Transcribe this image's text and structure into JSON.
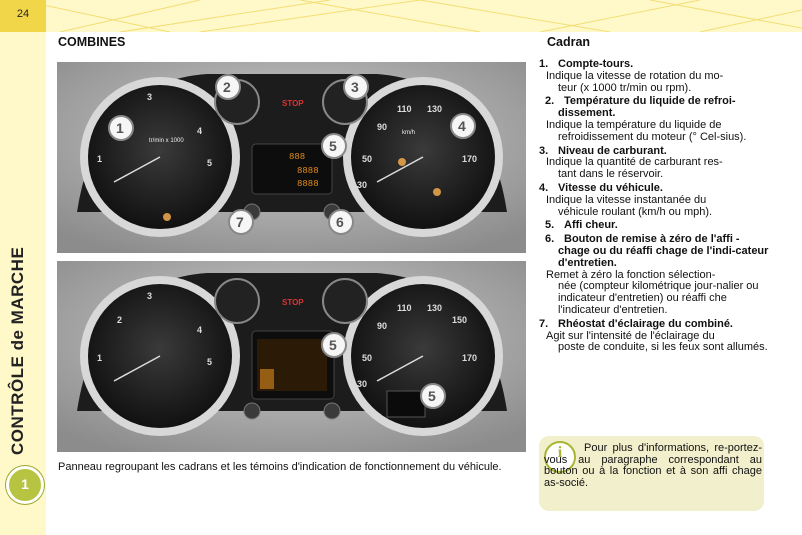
{
  "header": {
    "page_number": "24"
  },
  "sidebar": {
    "chapter_title": "CONTRÔLE de MARCHE",
    "chapter_number": "1"
  },
  "left": {
    "section_title": "COMBINES",
    "caption": " Panneau regroupant les cadrans et les témoins d'indication de fonctionnement du véhicule.",
    "photo1_callouts": [
      "1",
      "2",
      "3",
      "4",
      "5",
      "6",
      "7"
    ],
    "photo2_callouts": [
      "5",
      "5"
    ],
    "dial_labels": {
      "tach": "tr/min x 1000",
      "speed": "km/h",
      "stop": "STOP"
    }
  },
  "right": {
    "section_title": "Cadran",
    "items": [
      {
        "num": "1.",
        "title": "Compte-tours.",
        "desc_first": "Indique la vitesse de rotation du mo-",
        "desc_rest": "teur (x 1000 tr/min ou rpm)."
      },
      {
        "num": "2.",
        "title": "Température du liquide de refroi-",
        "title_cont": "dissement.",
        "desc_first": "Indique la température du liquide de",
        "desc_rest": "refroidissement du moteur (° Cel-sius)."
      },
      {
        "num": "3.",
        "title": "Niveau de carburant.",
        "desc_first": "Indique la quantité de carburant res-",
        "desc_rest": "tant dans le réservoir."
      },
      {
        "num": "4.",
        "title": "Vitesse du véhicule.",
        "desc_first": "Indique la vitesse instantanée du",
        "desc_rest": "véhicule roulant (km/h ou mph)."
      },
      {
        "num": "5.",
        "title": "Affi cheur."
      },
      {
        "num": "6.",
        "title": "Bouton de remise à zéro de l'affi -",
        "title_cont": "chage ou du réaffi chage de l'indi-cateur d'entretien.",
        "desc_first": "Remet à zéro la fonction sélection-",
        "desc_rest": "née (compteur kilométrique jour-nalier ou indicateur d'entretien) ou réaffi che l'indicateur d'entretien."
      },
      {
        "num": "7.",
        "title": "Rhéostat d'éclairage du combiné.",
        "desc_first": "Agit sur l'intensité de l'éclairage du",
        "desc_rest": "poste de conduite, si les feux sont allumés."
      }
    ],
    "note": "Pour plus d'informations, re-portez-vous au paragraphe correspondant au bouton ou à la fonction et à son affi chage as-socié."
  },
  "colors": {
    "accent": "#f2d64a",
    "sidebar_bg": "#fff8c9",
    "chapter_green": "#b7c441",
    "note_bg": "#f1efcc"
  }
}
